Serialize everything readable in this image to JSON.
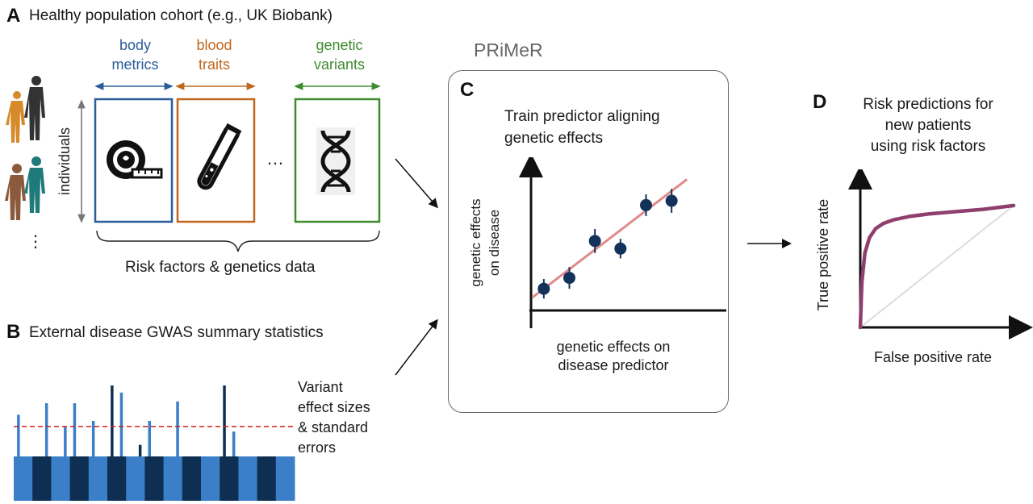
{
  "colors": {
    "body_metrics": "#2a5d9a",
    "blood_traits": "#c0671d",
    "genetic_variants": "#3e8b2e",
    "fit_line": "#e08a8a",
    "points": "#12325a",
    "roc_curve": "#8e3f6e",
    "bar_light": "#3a7fc7",
    "bar_dark": "#0f2f52",
    "threshold": "#d11e1e"
  },
  "panel_a": {
    "letter": "A",
    "title": "Healthy population cohort (e.g., UK Biobank)",
    "categories": [
      {
        "line1": "body",
        "line2": "metrics",
        "icon": "tape-measure-icon"
      },
      {
        "line1": "blood",
        "line2": "traits",
        "icon": "test-tube-icon"
      },
      {
        "line1": "genetic",
        "line2": "variants",
        "icon": "dna-icon"
      }
    ],
    "ellipsis": "...",
    "individuals_label": "individuals",
    "people_ellipsis": "⋮",
    "caption": "Risk factors & genetics data"
  },
  "panel_b": {
    "letter": "B",
    "title": "External disease GWAS summary statistics",
    "annotation": [
      "Variant",
      "effect sizes",
      "& standard",
      "errors"
    ]
  },
  "panel_c": {
    "method_name": "PRiMeR",
    "letter": "C",
    "title_lines": [
      "Train predictor aligning",
      "genetic effects"
    ],
    "ylabel_lines": [
      "genetic effects",
      "on disease"
    ],
    "xlabel_lines": [
      "genetic effects on",
      "disease predictor"
    ]
  },
  "panel_d": {
    "letter": "D",
    "title_lines": [
      "Risk predictions for",
      "new patients",
      "using risk factors"
    ],
    "ylabel": "True positive rate",
    "xlabel": "False positive rate"
  },
  "chart_data": [
    {
      "type": "scatter",
      "title": "Train predictor aligning genetic effects",
      "xlabel": "genetic effects on disease predictor",
      "ylabel": "genetic effects on disease",
      "x": [
        1,
        2,
        3,
        4,
        5,
        6
      ],
      "y": [
        1.0,
        1.5,
        3.2,
        2.85,
        4.85,
        5.05
      ],
      "error": [
        0.45,
        0.5,
        0.55,
        0.45,
        0.5,
        0.55
      ],
      "fit_line": {
        "intercept": 0.1,
        "slope": 0.9
      },
      "xlim": [
        0.5,
        6.5
      ],
      "ylim": [
        0,
        6.5
      ]
    },
    {
      "type": "line",
      "title": "Risk predictions for new patients using risk factors",
      "xlabel": "False positive rate",
      "ylabel": "True positive rate",
      "series": [
        {
          "x": [
            0,
            0.01,
            0.03,
            0.06,
            0.1,
            0.15,
            0.22,
            0.32,
            0.45,
            0.6,
            0.8,
            1.0
          ],
          "y": [
            0,
            0.35,
            0.58,
            0.7,
            0.77,
            0.81,
            0.84,
            0.865,
            0.885,
            0.9,
            0.92,
            0.95
          ]
        }
      ],
      "diagonal": true,
      "xlim": [
        0,
        1
      ],
      "ylim": [
        0,
        1.1
      ]
    },
    {
      "type": "bar",
      "title": "External disease GWAS summary statistics",
      "values": [
        0.47,
        0.0,
        0.0,
        0.6,
        0.0,
        0.33,
        0.6,
        0.0,
        0.4,
        0.0,
        0.8,
        0.72,
        0.0,
        0.13,
        0.4,
        0.0,
        0.0,
        0.62,
        0.0,
        0.0,
        0.0,
        0.0,
        0.8,
        0.28,
        0.0,
        0.0,
        0.0,
        0.0,
        0.0,
        0.0
      ],
      "threshold": 0.25
    }
  ]
}
